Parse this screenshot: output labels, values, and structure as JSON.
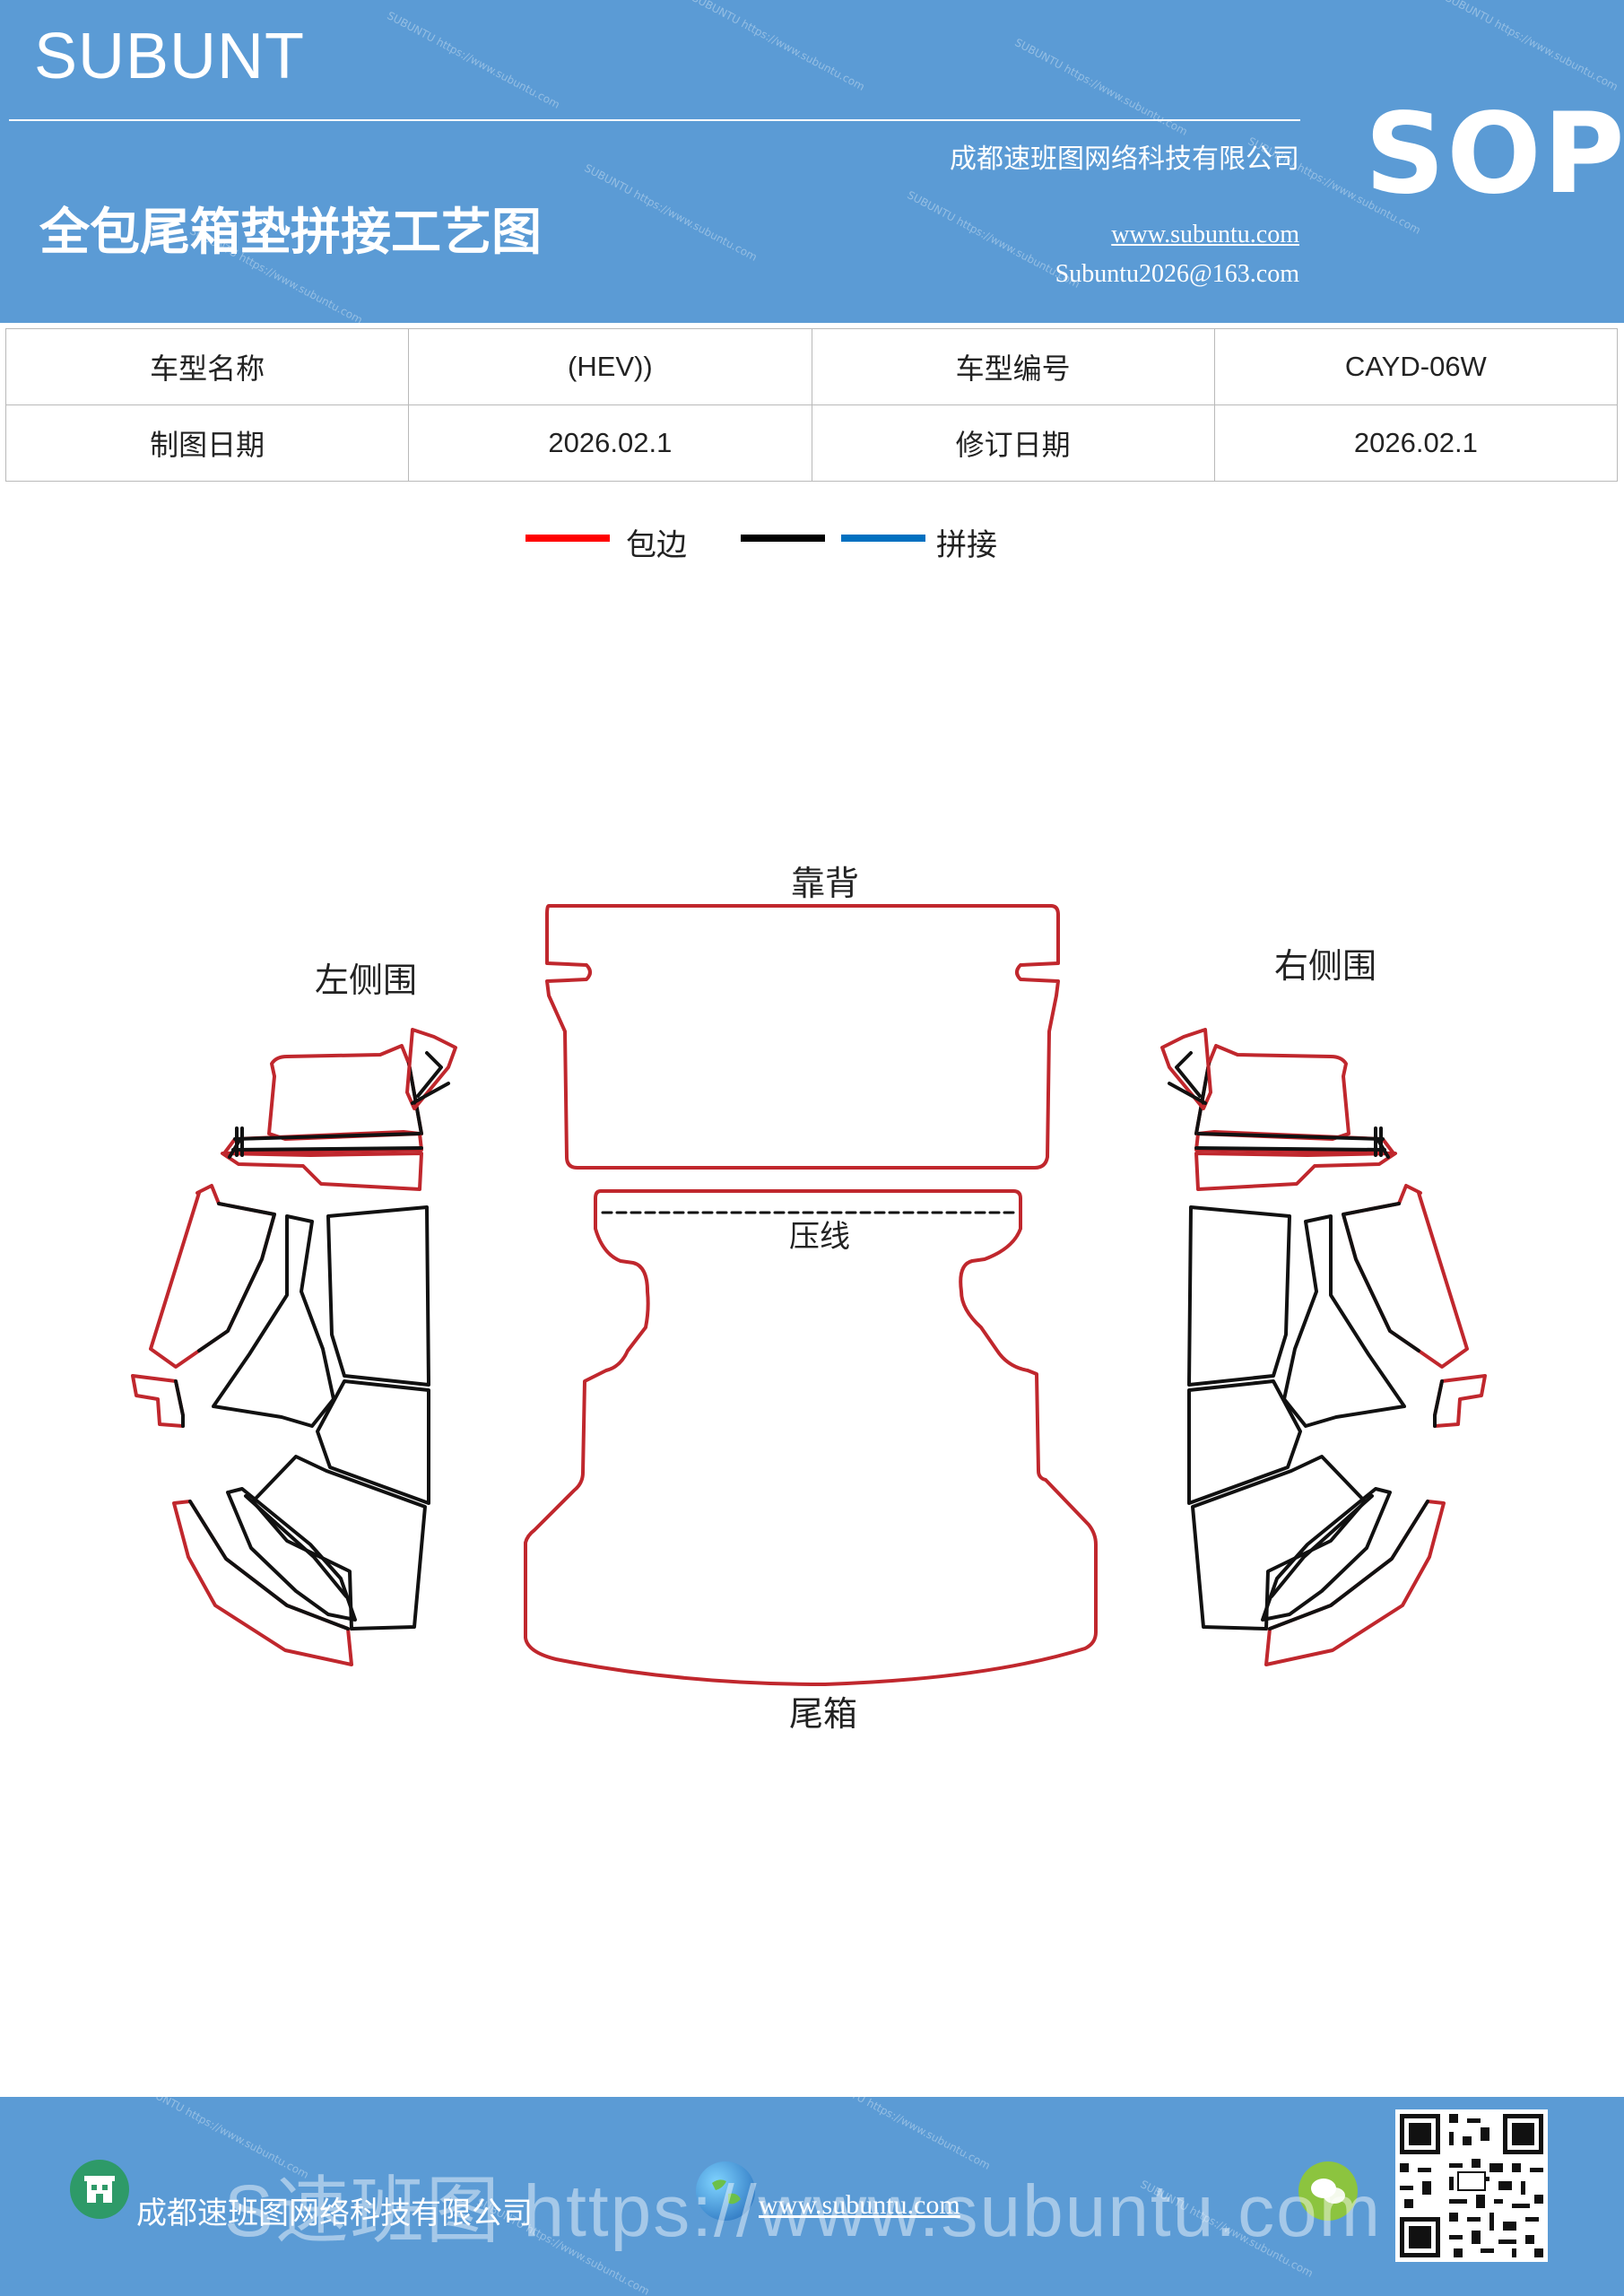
{
  "header": {
    "brand": "SUBUNT",
    "title": "全包尾箱垫拼接工艺图",
    "company": "成都速班图网络科技有限公司",
    "website": "www.subuntu.com",
    "email": "Subuntu2026@163.com",
    "badge": "SOP",
    "watermark": "SUBUNTU https://www.subuntu.com"
  },
  "info_table": {
    "rows": [
      [
        {
          "label": "车型名称"
        },
        {
          "value": "(HEV))"
        },
        {
          "label": "车型编号"
        },
        {
          "value": "CAYD-06W"
        }
      ],
      [
        {
          "label": "制图日期"
        },
        {
          "value": "2026.02.1"
        },
        {
          "label": "修订日期"
        },
        {
          "value": "2026.02.1"
        }
      ]
    ]
  },
  "legend": {
    "items": [
      {
        "label": "包边",
        "color": "#ff0000"
      },
      {
        "label": "",
        "color": "#000000"
      },
      {
        "label": "拼接",
        "color": "#0070c0"
      }
    ]
  },
  "diagram": {
    "labels": {
      "backrest": "靠背",
      "trunk": "尾箱",
      "crease": "压线",
      "left_side": "左侧围",
      "right_side": "右侧围"
    },
    "colors": {
      "edge": "#c0272d",
      "seam": "#111111"
    }
  },
  "footer": {
    "company": "成都速班图网络科技有限公司",
    "website": "www.subuntu.com",
    "overlay_text": "S速班图 https://www.subuntu.com"
  }
}
